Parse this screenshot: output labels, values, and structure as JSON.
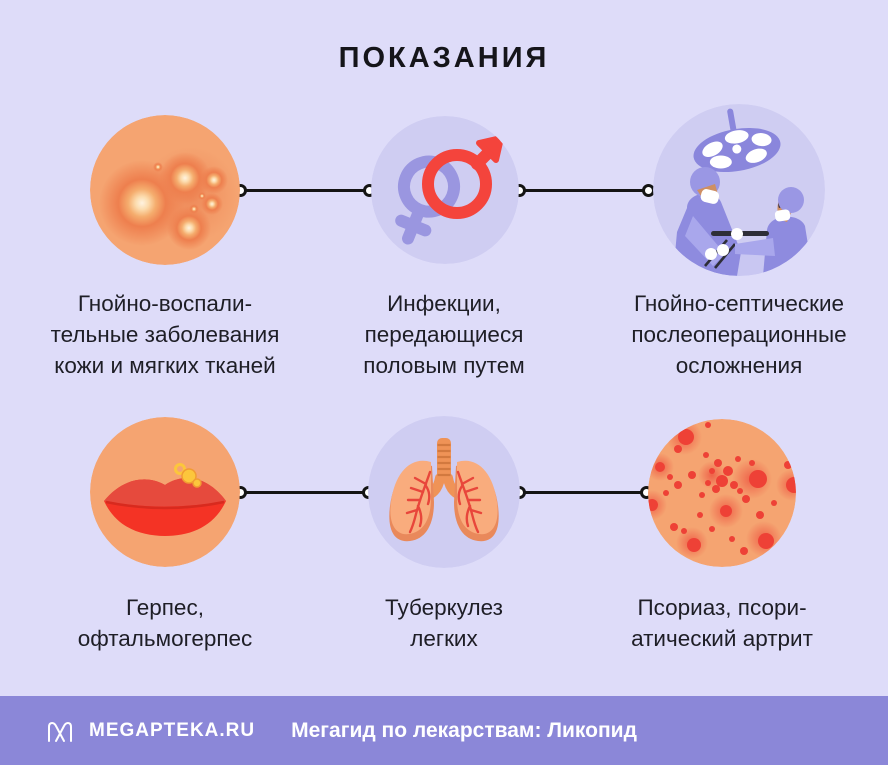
{
  "page": {
    "title": "ПОКАЗАНИЯ"
  },
  "cards": [
    {
      "icon": "skin-inflammation-icon",
      "caption": "Гнойно-воспали-\nтельные заболевания\nкожи и мягких тканей"
    },
    {
      "icon": "gender-symbols-icon",
      "caption": "Инфекции,\nпередающиеся\nполовым путем"
    },
    {
      "icon": "surgery-icon",
      "caption": "Гнойно-септические\nпослеоперационные\nосложнения"
    },
    {
      "icon": "lips-herpes-icon",
      "caption": "Герпес,\nофтальмогерпес"
    },
    {
      "icon": "lungs-icon",
      "caption": "Туберкулез\nлегких"
    },
    {
      "icon": "psoriasis-skin-icon",
      "caption": "Псориаз, псори-\nатический артрит"
    }
  ],
  "footer": {
    "brand": "MEGAPTEKA.RU",
    "tagline": "Мегагид по лекарствам: Ликопид"
  },
  "colors": {
    "background": "#dedcf9",
    "circle_lavender": "#cfcdf2",
    "skin_tone": "#f5a471",
    "accent_red": "#f4443c",
    "accent_purple": "#9a96e0",
    "footer_bar": "#8b87d8",
    "line_black": "#141414",
    "text": "#1e1e26"
  }
}
